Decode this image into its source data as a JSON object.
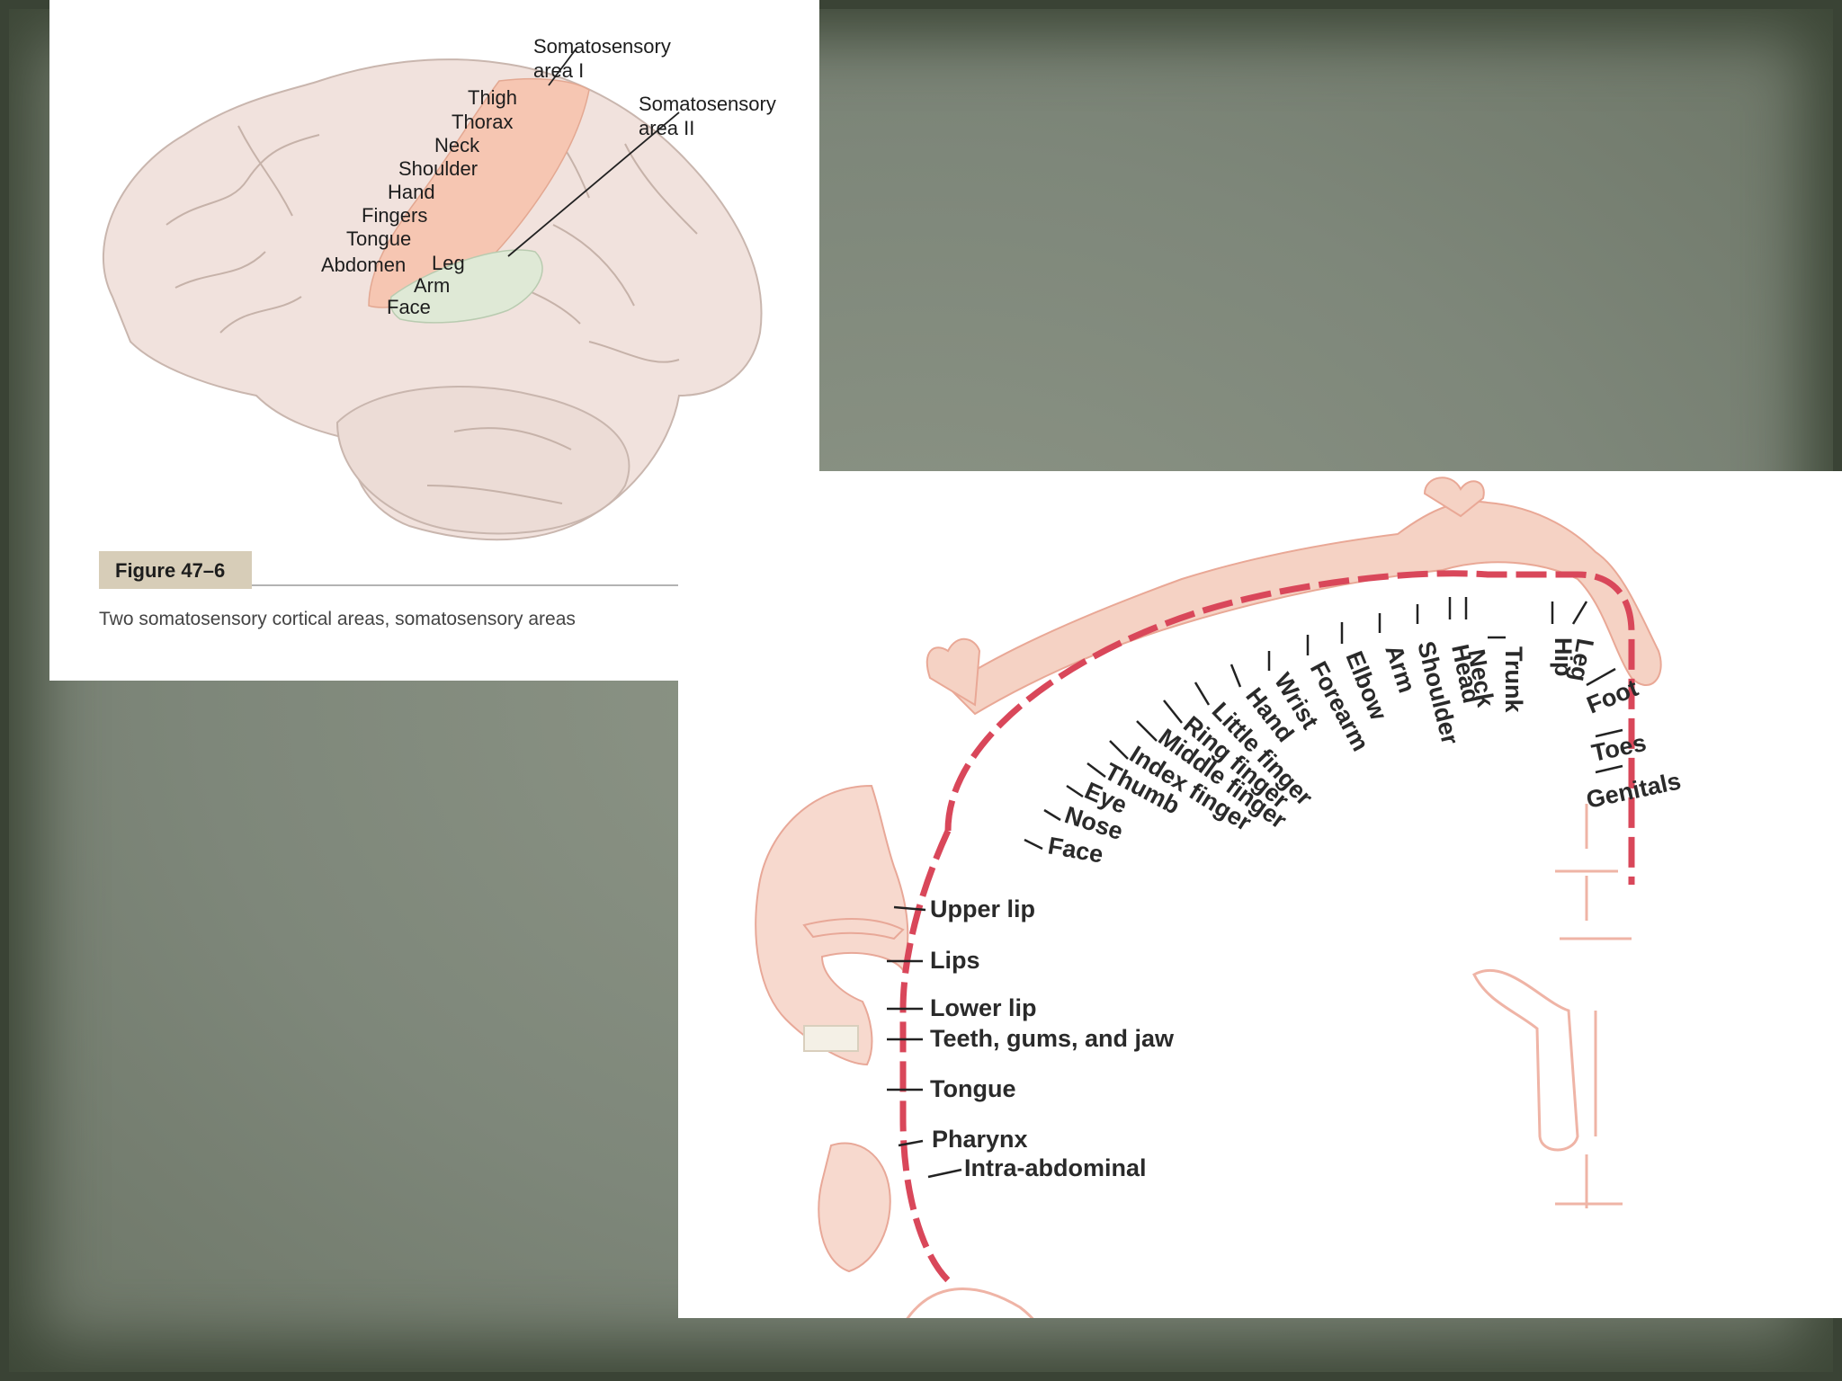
{
  "slide": {
    "colors": {
      "slide_background": "#7e877a",
      "border": "#3a4335",
      "area_one": "#f6c6b2",
      "area_two": "#dfe9d6",
      "cortex_line": "#d9475a",
      "homunculus": "#f5d2c4"
    }
  },
  "figure_brain": {
    "callouts": {
      "area_one": [
        "Somatosensory",
        "area I"
      ],
      "area_two": [
        "Somatosensory",
        "area II"
      ]
    },
    "area_one_labels": [
      "Thigh",
      "Thorax",
      "Neck",
      "Shoulder",
      "Hand",
      "Fingers",
      "Tongue",
      "Abdomen"
    ],
    "area_two_labels": [
      "Leg",
      "Arm",
      "Face"
    ],
    "figure_label": "Figure 47–6",
    "caption": "Two somatosensory cortical areas, somatosensory areas"
  },
  "figure_homunculus": {
    "labels": [
      "Leg",
      "Hip",
      "Trunk",
      "Neck",
      "Head",
      "Shoulder",
      "Arm",
      "Elbow",
      "Forearm",
      "Wrist",
      "Hand",
      "Little finger",
      "Ring finger",
      "Middle finger",
      "Index finger",
      "Thumb",
      "Eye",
      "Nose",
      "Face",
      "Upper lip",
      "Lips",
      "Lower lip",
      "Teeth, gums, and jaw",
      "Tongue",
      "Pharynx",
      "Intra-abdominal",
      "Foot",
      "Toes",
      "Genitals"
    ]
  }
}
